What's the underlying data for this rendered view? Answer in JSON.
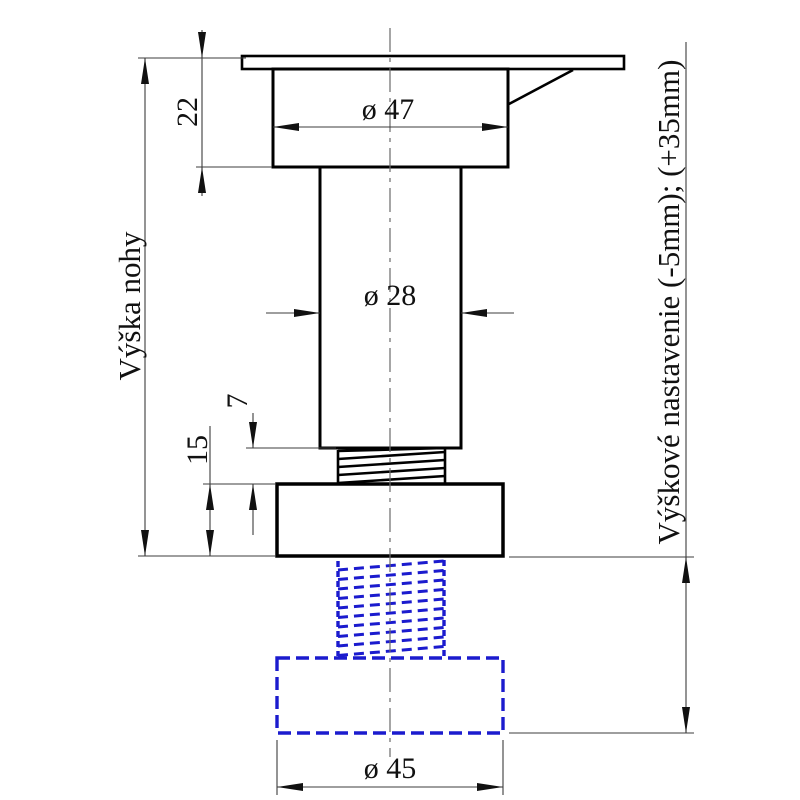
{
  "drawing": {
    "kind": "technical-drawing-adjustable-furniture-leg",
    "labels": {
      "leg_height": "Výška nohy",
      "height_adjustment": "Výškové nastavenie (-5mm); (+35mm)"
    },
    "dimensions": {
      "flange_height": "22",
      "flange_diameter": "ø 47",
      "column_diameter": "ø 28",
      "thread_gap": "7",
      "nut_height": "15",
      "foot_diameter": "ø 45"
    },
    "colors": {
      "outline": "#000000",
      "dimension_lines": "#3c3c3c",
      "extended_position_blue": "#1b1bce",
      "background": "#ffffff"
    }
  }
}
